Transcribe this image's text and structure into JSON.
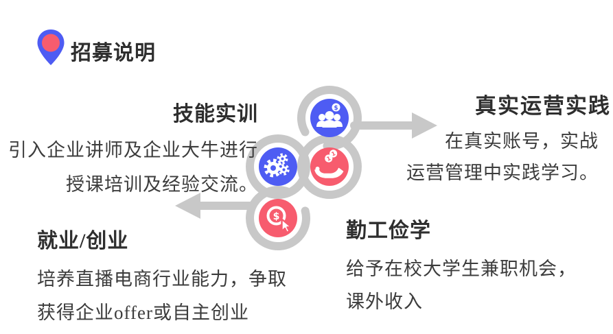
{
  "header": {
    "title": "招募说明"
  },
  "colors": {
    "blue": "#4e5cf3",
    "pink": "#f75c6e",
    "gray": "#c8c8c8",
    "heading": "#2e2e2e",
    "body": "#3c3c3c"
  },
  "sections": {
    "skills": {
      "title": "技能实训",
      "line1": "引入企业讲师及企业大牛进行",
      "line2": "授课培训及经验交流。"
    },
    "realops": {
      "title": "真实运营实践",
      "line1": "在真实账号，实战",
      "line2": "运营管理中实践学习。"
    },
    "employment": {
      "title": "就业/创业",
      "line1": "培养直播电商行业能力，争取",
      "line2": "获得企业offer或自主创业"
    },
    "workstudy": {
      "title": "勤工俭学",
      "line1": "给予在校大学生兼职机会，",
      "line2": "课外收入"
    }
  },
  "icons": {
    "pin": "map-pin-icon",
    "team": "team-earnings-icon",
    "gears": "gears-icon",
    "hand": "hand-coins-icon",
    "click": "pay-per-click-icon",
    "coin_symbol": "$",
    "coin_digit": "1"
  }
}
